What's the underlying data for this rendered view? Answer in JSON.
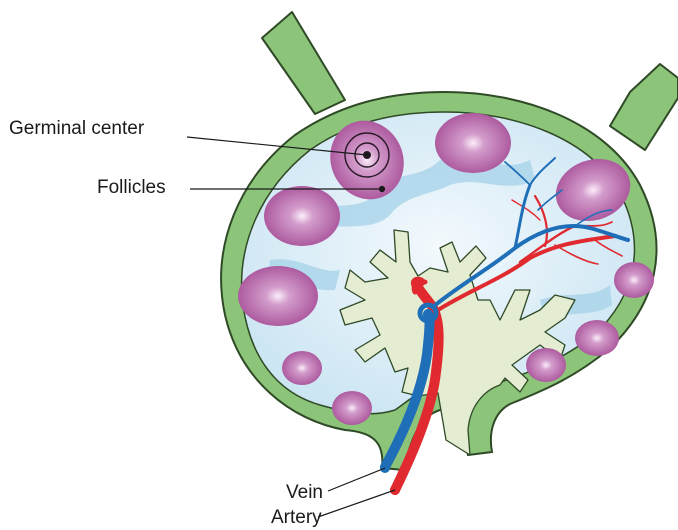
{
  "labels": {
    "germinal_center": "Germinal center",
    "follicles": "Follicles",
    "vein": "Vein",
    "artery": "Artery"
  },
  "colors": {
    "capsule": "#8cc47a",
    "capsule_outline": "#2f4a26",
    "interior": "#dcedf7",
    "sinus": "#a9d3ea",
    "medulla": "#e4ecd1",
    "follicle": "#b565a5",
    "follicle_center": "#f1d4eb",
    "vein": "#1f6fb8",
    "artery": "#e02a2f"
  }
}
